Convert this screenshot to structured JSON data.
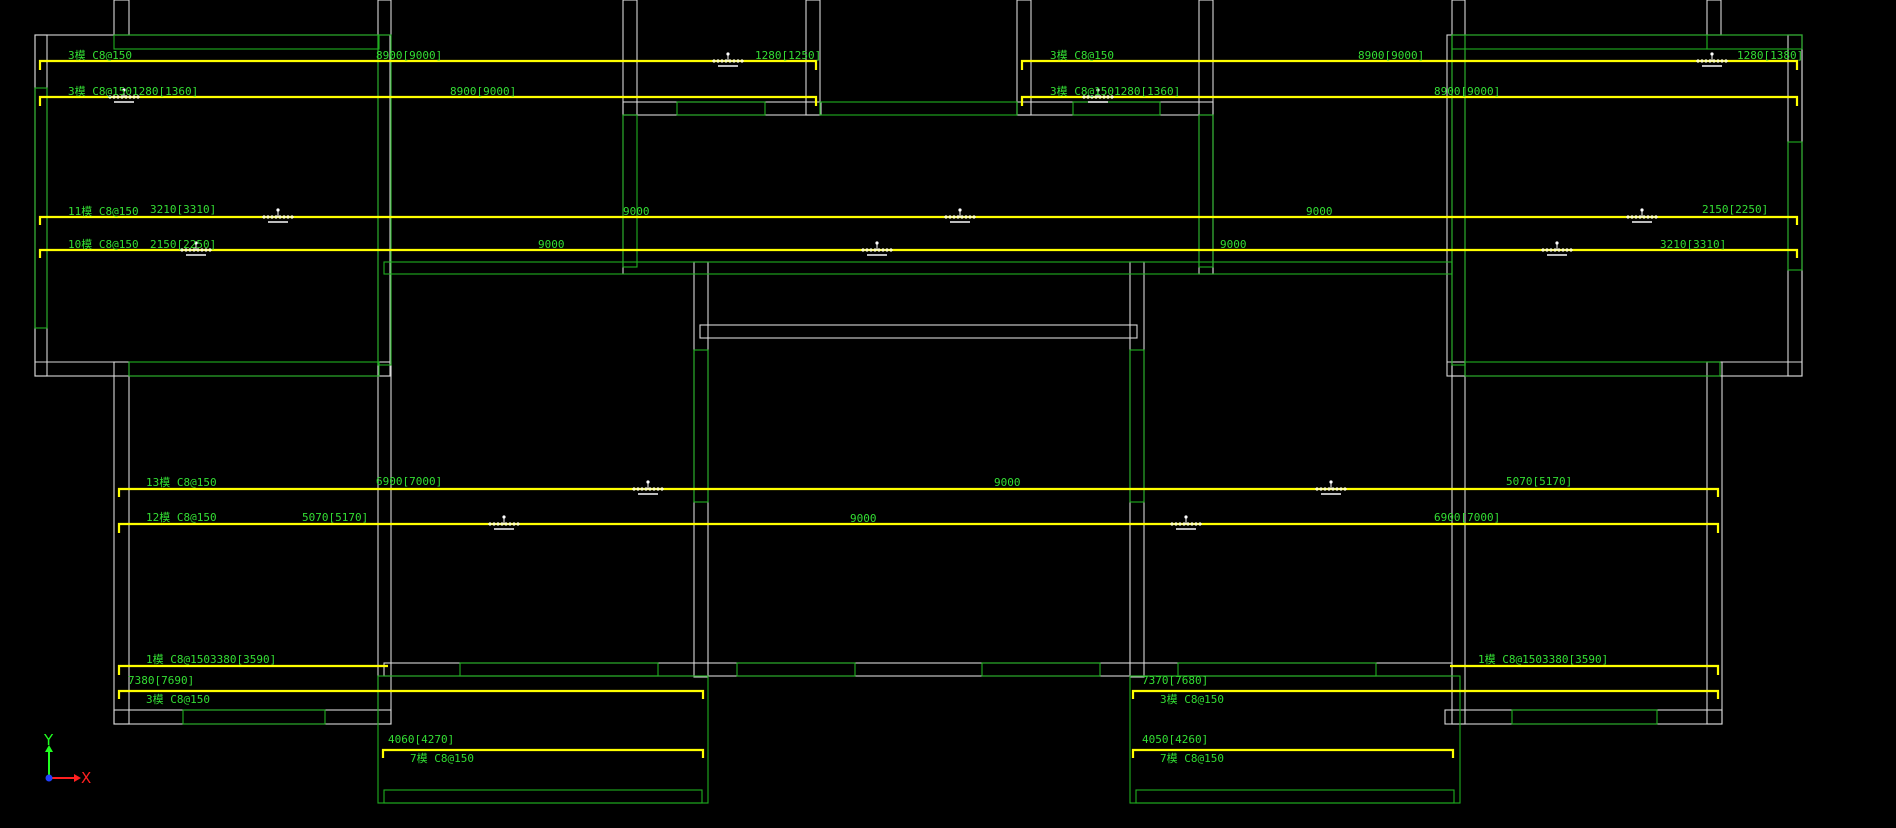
{
  "rebar_labels": {
    "r3a": "3模 C8@150",
    "r3a_len1": "8900[9000]",
    "r3a_len2": "1280[1250]",
    "r3b": "3模 C8@150",
    "r3b_len1": "8900[9000]",
    "r3b_len2": "1280[1380]",
    "r3c": "3模 C8@150",
    "r3c_len1": "1280[1360]",
    "r3c_len2": "8900[9000]",
    "r3d": "3模 C8@150",
    "r3d_len1": "1280[1360]",
    "r3d_len2": "8900[9000]",
    "r11": "11模 C8@150",
    "r11_len1": "3210[3310]",
    "r11_len2": "9000",
    "r11_len3": "9000",
    "r11_len4": "2150[2250]",
    "r10": "10模 C8@150",
    "r10_len1": "2150[2250]",
    "r10_len2": "9000",
    "r10_len3": "9000",
    "r10_len4": "3210[3310]",
    "r13": "13模 C8@150",
    "r13_len1": "6900[7000]",
    "r13_len2": "9000",
    "r13_len3": "5070[5170]",
    "r12": "12模 C8@150",
    "r12_len1": "5070[5170]",
    "r12_len2": "9000",
    "r12_len3": "6900[7000]",
    "r1l": "1模 C8@150",
    "r1l_len": "3380[3590]",
    "r1r": "1模 C8@150",
    "r1r_len": "3380[3590]",
    "r7380": "7380[7690]",
    "r7370": "7370[7680]",
    "r3e": "3模 C8@150",
    "r3f": "3模 C8@150",
    "r4270": "4060[4270]",
    "r4260": "4050[4260]",
    "r7l": "7模 C8@150",
    "r7r": "7模 C8@150"
  },
  "axis": {
    "x": "X",
    "y": "Y",
    "x_color": "#ff2020",
    "y_color": "#20ff20",
    "z_color": "#2040ff"
  },
  "colors": {
    "background": "#000000",
    "walls": "#d8d8d8",
    "beams": "#1fae1f",
    "rebar": "#ffff00",
    "text": "#33dd33"
  }
}
